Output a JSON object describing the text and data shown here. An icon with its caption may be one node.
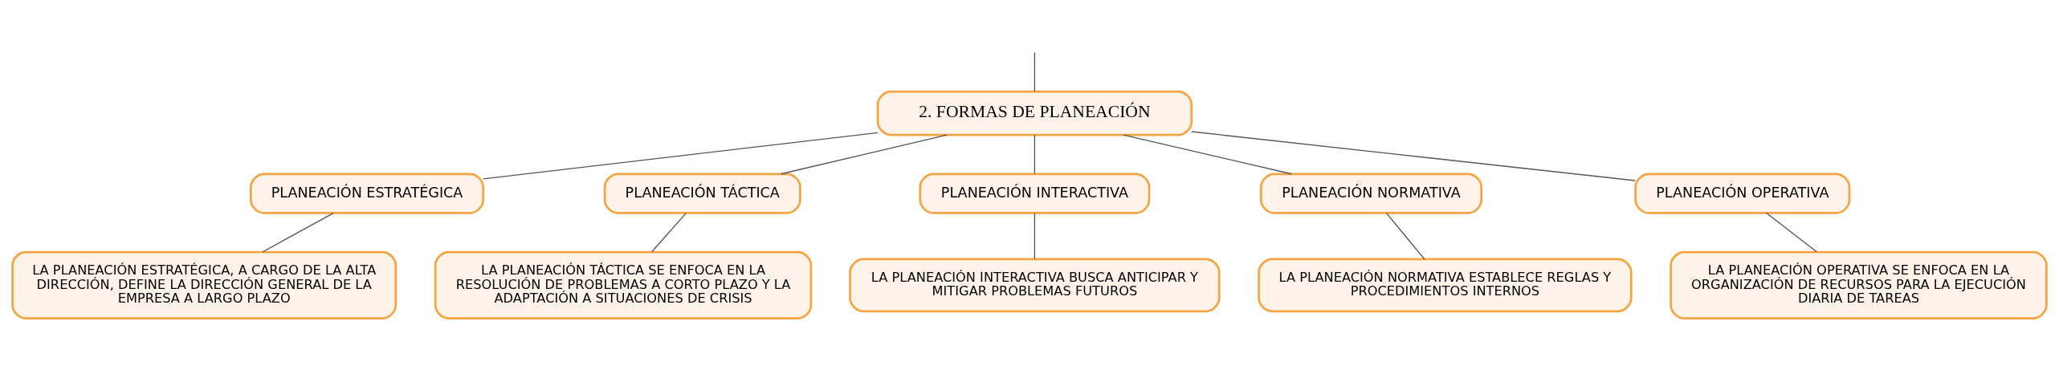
{
  "diagram": {
    "nodes": [
      {
        "text": [
          "2. FORMAS DE PLANEACIÓN"
        ]
      },
      {
        "text": [
          "PLANEACIÓN ESTRATÉGICA"
        ]
      },
      {
        "text": [
          "PLANEACIÓN TÁCTICA"
        ]
      },
      {
        "text": [
          "PLANEACIÓN INTERACTIVA"
        ]
      },
      {
        "text": [
          "PLANEACIÓN NORMATIVA"
        ]
      },
      {
        "text": [
          "PLANEACIÓN OPERATIVA"
        ]
      },
      {
        "text": [
          "LA PLANEACIÓN ESTRATÉGICA, A CARGO DE LA ALTA DIRECCIÓN, DEFINE LA DIRECCIÓN GENERAL DE LA EMPRESA A LARGO PLAZO"
        ]
      },
      {
        "text": [
          "LA PLANEACIÓN TÁCTICA SE ENFOCA EN LA RESOLUCIÓN DE PROBLEMAS A CORTO PLAZO Y LA ADAPTACIÓN A SITUACIONES DE CRISIS"
        ]
      },
      {
        "text": [
          "LA PLANEACIÓN INTERACTIVA BUSCA ANTICIPAR Y MITIGAR PROBLEMAS FUTUROS"
        ]
      },
      {
        "text": [
          "LA PLANEACIÓN NORMATIVA ESTABLECE REGLAS Y PROCEDIMIENTOS INTERNOS"
        ]
      },
      {
        "text": [
          "LA PLANEACIÓN OPERATIVA SE ENFOCA EN LA ORGANIZACIÓN DE RECURSOS PARA LA EJECUCIÓN DIARIA DE TAREAS"
        ]
      }
    ],
    "edges": [
      {
        "from": null,
        "to": 0,
        "arrow": "none"
      },
      {
        "from": 0,
        "to": 1,
        "arrow": "none"
      },
      {
        "from": 0,
        "to": 2,
        "arrow": "none"
      },
      {
        "from": 0,
        "to": 3,
        "arrow": "none"
      },
      {
        "from": 0,
        "to": 4,
        "arrow": "none"
      },
      {
        "from": 0,
        "to": 5,
        "arrow": "none"
      },
      {
        "from": 1,
        "to": 6,
        "arrow": "none"
      },
      {
        "from": 2,
        "to": 7,
        "arrow": "none"
      },
      {
        "from": 3,
        "to": 8,
        "arrow": "none"
      },
      {
        "from": 4,
        "to": 9,
        "arrow": "none"
      },
      {
        "from": 5,
        "to": 10,
        "arrow": "none"
      }
    ]
  }
}
